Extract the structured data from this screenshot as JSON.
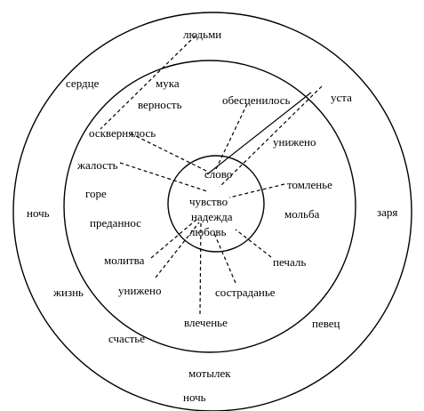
{
  "outer_ring": {
    "words": [
      "людьми",
      "сердце",
      "уста",
      "ночь",
      "заря",
      "жизнь",
      "певец",
      "счастье",
      "мотылек",
      "ночь"
    ]
  },
  "middle_ring": {
    "words": [
      "мука",
      "верность",
      "обесценилось",
      "осквернялось",
      "унижено",
      "жалость",
      "томленье",
      "горе",
      "мольба",
      "преданнос",
      "молитва",
      "печаль",
      "унижено",
      "состраданье",
      "влеченье"
    ]
  },
  "inner_circle": {
    "words": [
      "слово",
      "чувство",
      "надежда",
      "любовь"
    ]
  }
}
